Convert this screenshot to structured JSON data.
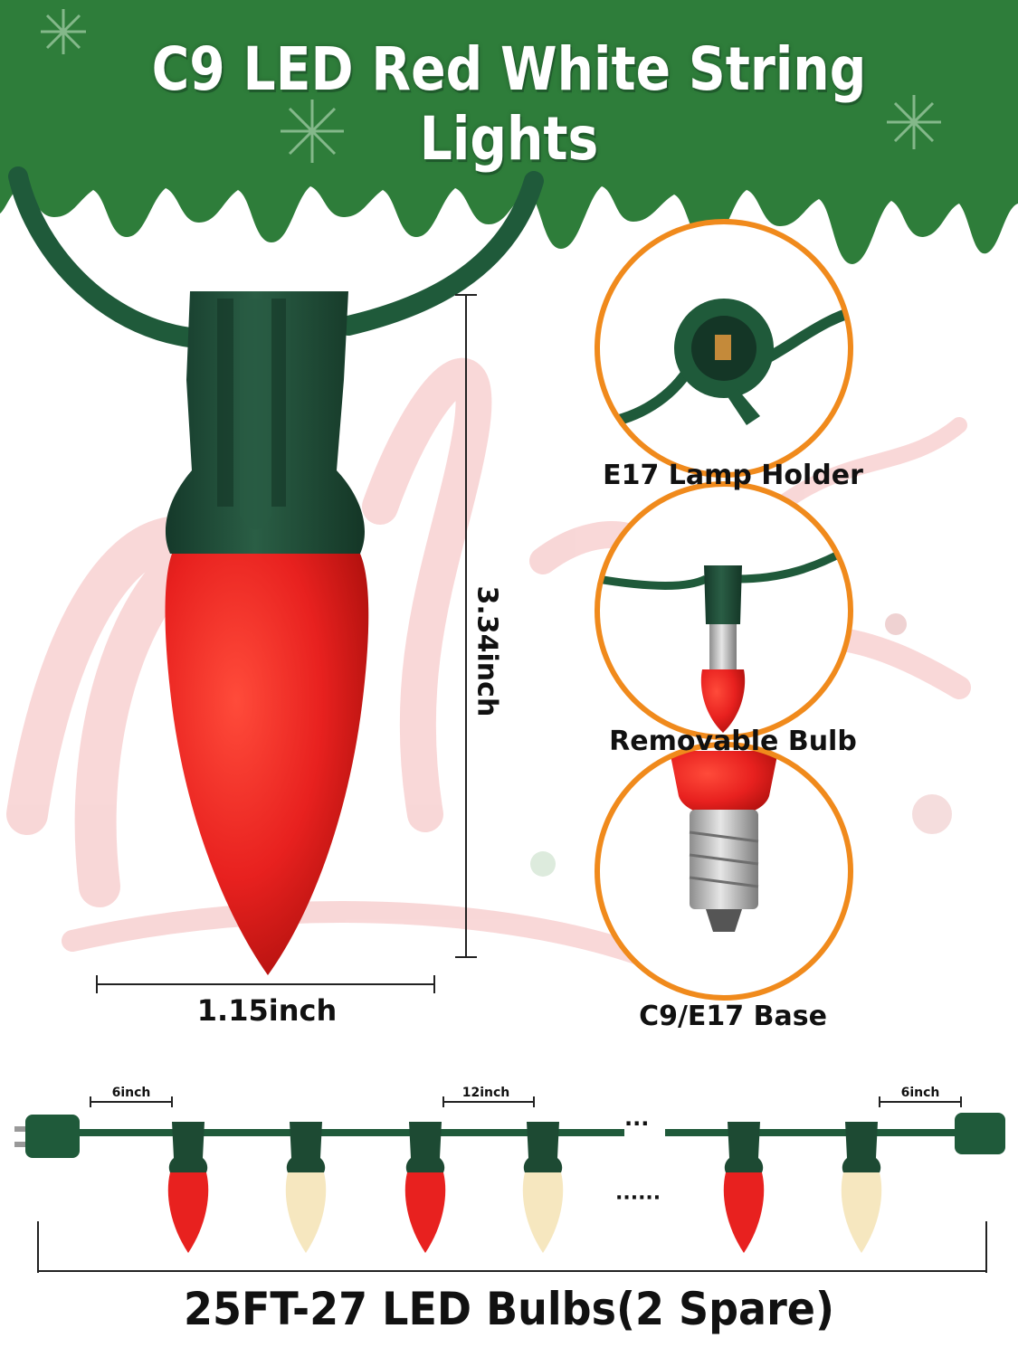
{
  "title": "C9 LED Red White String Lights",
  "dimensions": {
    "height": "3.34inch",
    "width": "1.15inch"
  },
  "callouts": [
    {
      "caption": "E17 Lamp Holder"
    },
    {
      "caption": "Removable Bulb"
    },
    {
      "caption": "C9/E17 Base"
    }
  ],
  "string_diagram": {
    "spacing_left": "6inch",
    "spacing_middle": "12inch",
    "spacing_right": "6inch",
    "ellipsis_cable": "···",
    "ellipsis_bulbs": "······",
    "total_label": "25FT-27 LED Bulbs(2 Spare)"
  },
  "colors": {
    "banner_green": "#2e7d3a",
    "socket_green": "#1d4a33",
    "wire_green": "#1f5a3a",
    "bulb_red": "#e8211f",
    "bulb_warm_white": "#f6e7bf",
    "callout_ring": "#f08a1c",
    "watermark_pink": "#f6c9c9"
  }
}
